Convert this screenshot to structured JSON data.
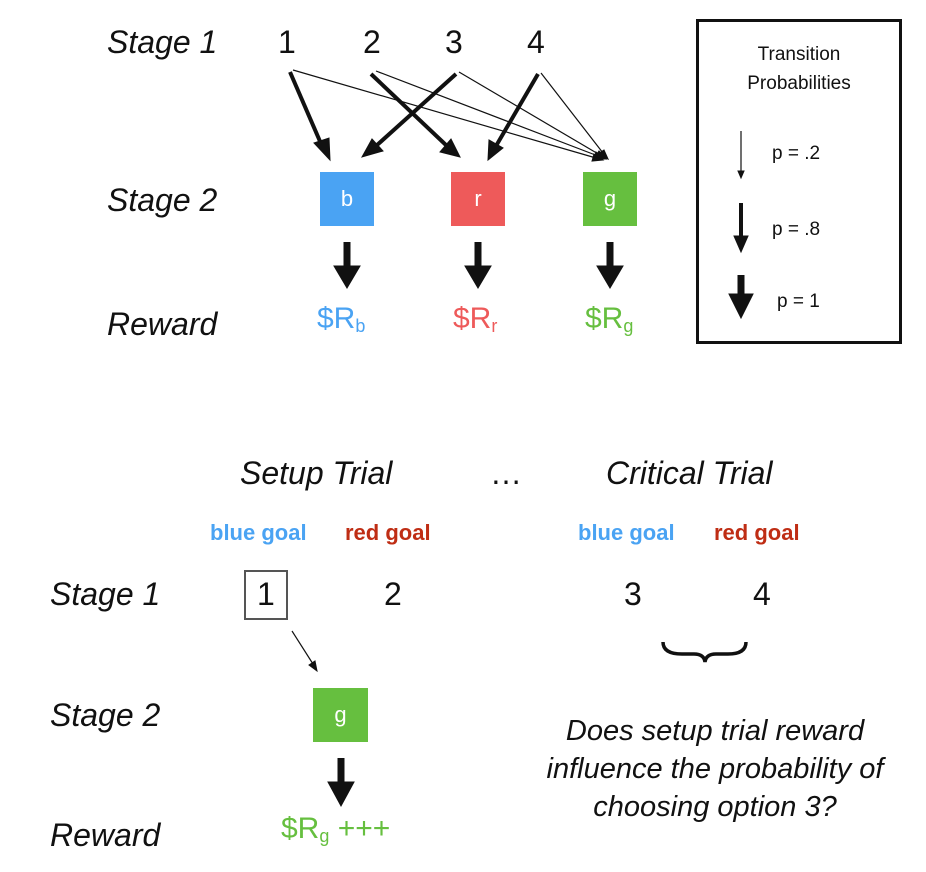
{
  "top": {
    "stage1_label": "Stage 1",
    "stage2_label": "Stage 2",
    "reward_label": "Reward",
    "options": [
      "1",
      "2",
      "3",
      "4"
    ],
    "states": [
      {
        "letter": "b",
        "color": "#4aa3f3",
        "reward_main": "$R",
        "reward_sub": "b"
      },
      {
        "letter": "r",
        "color": "#ee5a5a",
        "reward_main": "$R",
        "reward_sub": "r"
      },
      {
        "letter": "g",
        "color": "#66bf3f",
        "reward_main": "$R",
        "reward_sub": "g"
      }
    ]
  },
  "legend": {
    "title_line1": "Transition",
    "title_line2": "Probabilities",
    "items": [
      {
        "label": "p = .2",
        "weight": "thin"
      },
      {
        "label": "p = .8",
        "weight": "medium"
      },
      {
        "label": "p = 1",
        "weight": "thick"
      }
    ]
  },
  "bottom": {
    "setup_title": "Setup Trial",
    "ellipsis": "…",
    "critical_title": "Critical Trial",
    "setup_goals": {
      "blue": "blue goal",
      "red": "red goal"
    },
    "critical_goals": {
      "blue": "blue goal",
      "red": "red goal"
    },
    "stage1_label": "Stage 1",
    "stage2_label": "Stage 2",
    "reward_label": "Reward",
    "setup_options": [
      "1",
      "2"
    ],
    "critical_options": [
      "3",
      "4"
    ],
    "state_letter": "g",
    "reward_main": "$R",
    "reward_sub": "g",
    "reward_suffix": " +++",
    "question": "Does setup trial reward influence the probability of choosing option 3?"
  },
  "colors": {
    "blue": "#4aa3f3",
    "red": "#ee5a5a",
    "green": "#66bf3f",
    "goal_red": "#bf2d14"
  }
}
